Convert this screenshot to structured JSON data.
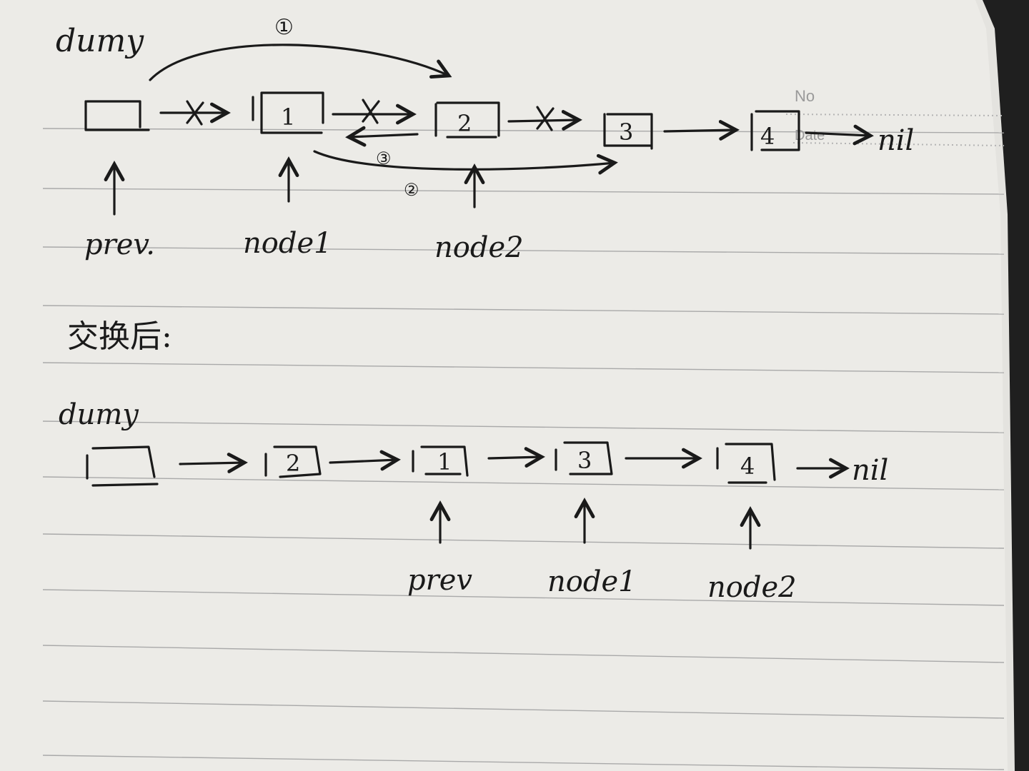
{
  "header": {
    "no_label": "No",
    "date_label": "Date"
  },
  "before": {
    "head_label": "dumy",
    "nodes": [
      "1",
      "2",
      "3",
      "4"
    ],
    "nil_label": "nil",
    "step_labels": [
      "①",
      "②",
      "③"
    ],
    "pointer_labels": [
      "prev.",
      "node1",
      "node2"
    ]
  },
  "after": {
    "title": "交换后:",
    "head_label": "dumy",
    "nodes": [
      "2",
      "1",
      "3",
      "4"
    ],
    "nil_label": "nil",
    "pointer_labels": [
      "prev",
      "node1",
      "node2"
    ]
  },
  "colors": {
    "paper": "#ecebe7",
    "ink": "#1a1a1a",
    "ruled_line": "#a9a9a9",
    "dotted_line": "#b4b4b4"
  }
}
